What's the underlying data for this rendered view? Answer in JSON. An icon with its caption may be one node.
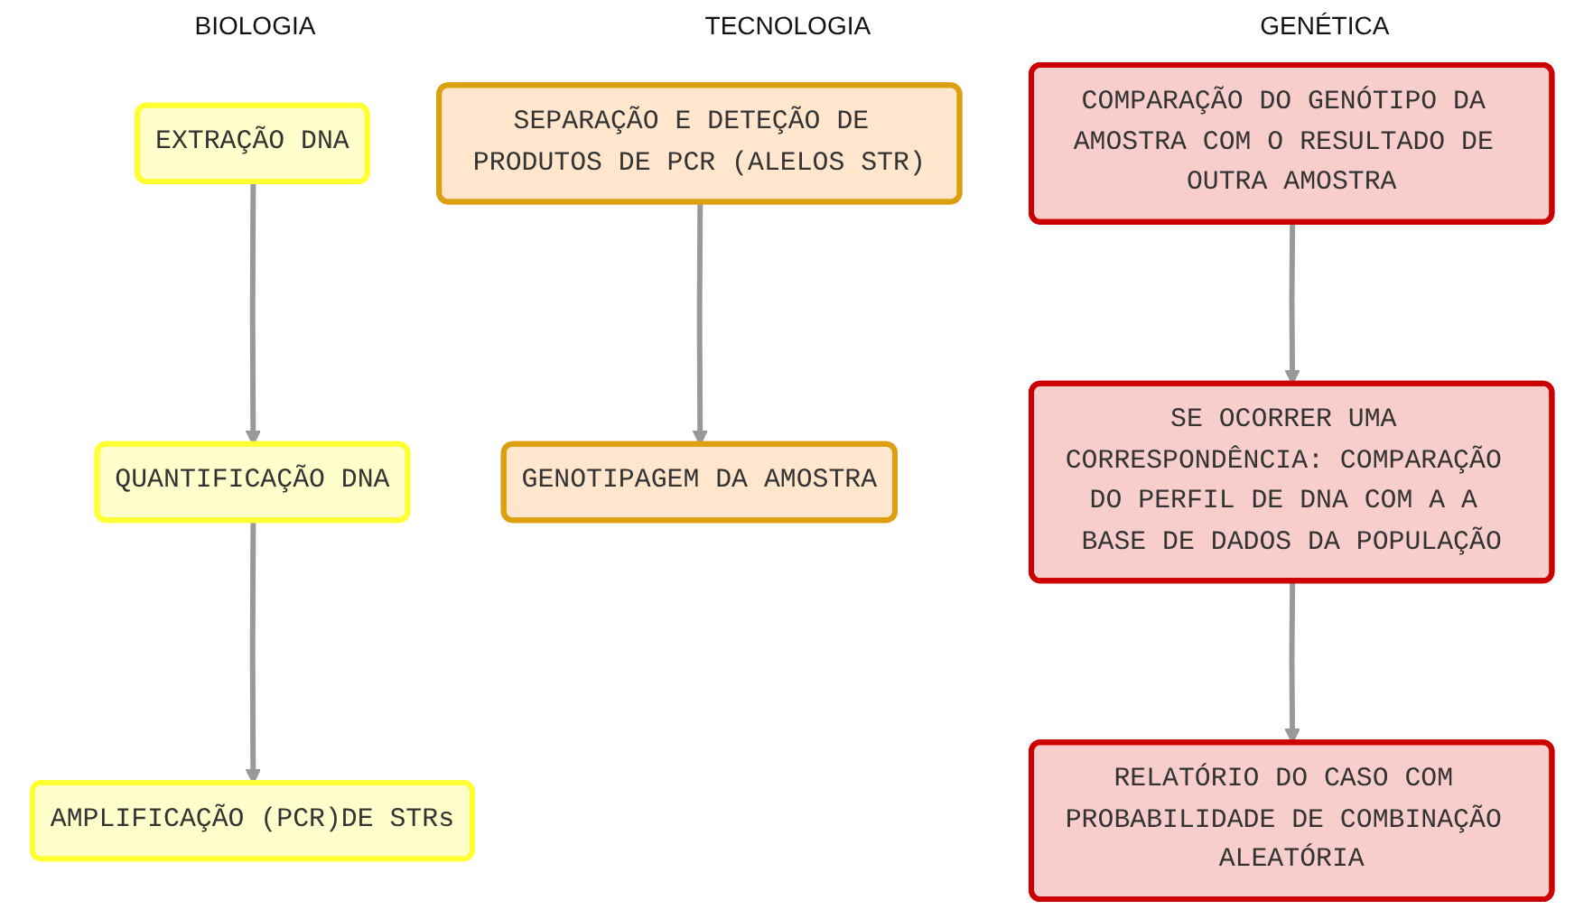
{
  "diagram": {
    "nodes": [
      {
        "text": [
          "EXTRAÇÃO DNA"
        ]
      },
      {
        "text": [
          "QUANTIFICAÇÃO DNA"
        ]
      },
      {
        "text": [
          "AMPLIFICAÇÃO (PCR)DE STRs"
        ]
      },
      {
        "text": [
          "SEPARAÇÃO E DETEÇÃO DE PRODUTOS DE PCR (ALELOS STR)"
        ]
      },
      {
        "text": [
          "GENOTIPAGEM DA AMOSTRA"
        ]
      },
      {
        "text": [
          "COMPARAÇÃO DO GENÓTIPO DA AMOSTRA COM O RESULTADO DE OUTRA AMOSTRA"
        ]
      },
      {
        "text": [
          "SE OCORRER UMA CORRESPONDÊNCIA: COMPARAÇÃO DO PERFIL DE DNA COM A A BASE DE DADOS DA POPULAÇÃO"
        ]
      },
      {
        "text": [
          "RELATÓRIO DO CASO COM PROBABILIDADE DE COMBINAÇÃO ALEATÓRIA"
        ]
      }
    ],
    "edges": [
      {
        "from": 0,
        "to": 1,
        "arrow": "to"
      },
      {
        "from": 1,
        "to": 2,
        "arrow": "to"
      },
      {
        "from": 3,
        "to": 4,
        "arrow": "to"
      },
      {
        "from": 5,
        "to": 6,
        "arrow": "to"
      },
      {
        "from": 6,
        "to": 7,
        "arrow": "to"
      }
    ],
    "labels": [
      "BIOLOGIA",
      "TECNOLOGIA",
      "GENÉTICA"
    ]
  }
}
